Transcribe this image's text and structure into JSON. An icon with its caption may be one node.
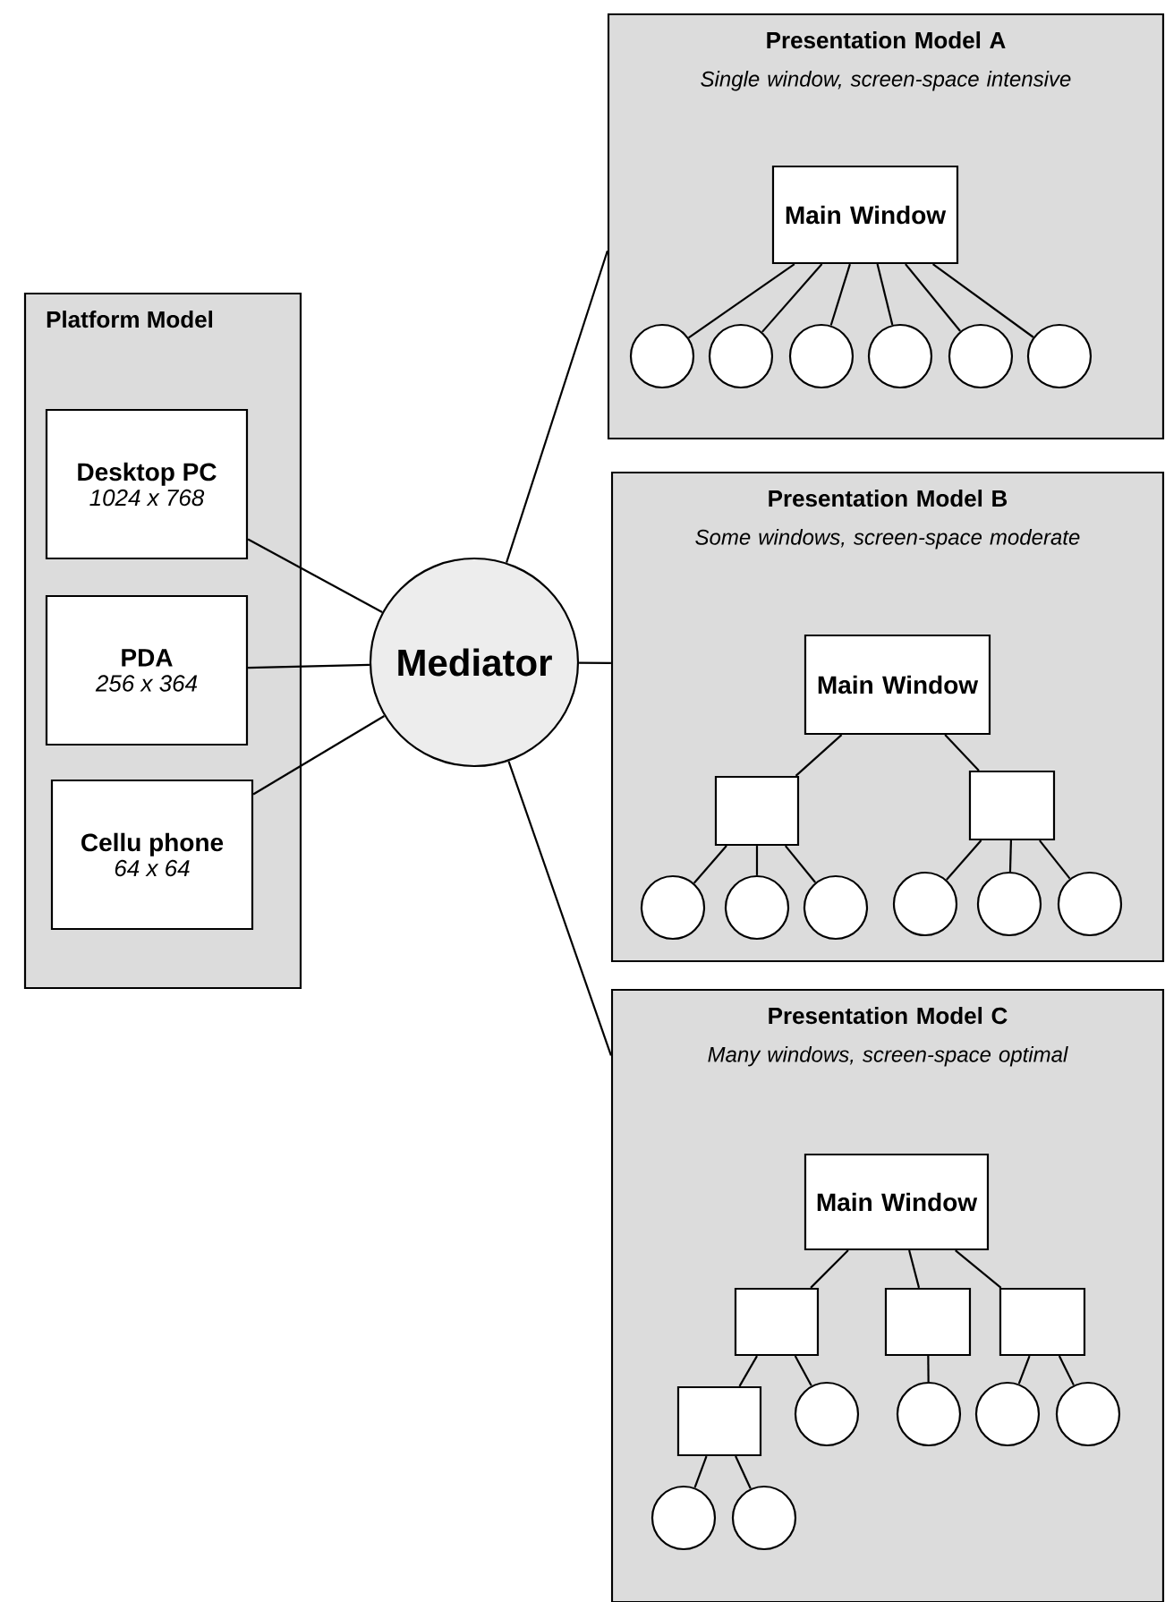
{
  "diagram": {
    "nodes": [
      {
        "text": [
          "Platform Model"
        ]
      },
      {
        "text": [
          "Desktop PC",
          "1024 x 768"
        ],
        "in": 0
      },
      {
        "text": [
          "PDA",
          "256 x 364"
        ],
        "in": 0
      },
      {
        "text": [
          "Cellu phone",
          "64 x 64"
        ],
        "in": 0
      },
      {
        "text": [
          "Mediator"
        ]
      },
      {
        "text": [
          "Presentation Model A",
          "Single window, screen-space intensive"
        ]
      },
      {
        "text": [
          "Main Window"
        ],
        "in": 5
      },
      {
        "text": [],
        "shape": "circle",
        "in": 5
      },
      {
        "text": [],
        "shape": "circle",
        "in": 5
      },
      {
        "text": [],
        "shape": "circle",
        "in": 5
      },
      {
        "text": [],
        "shape": "circle",
        "in": 5
      },
      {
        "text": [],
        "shape": "circle",
        "in": 5
      },
      {
        "text": [],
        "shape": "circle",
        "in": 5
      },
      {
        "text": [
          "Presentation Model B",
          "Some windows, screen-space moderate"
        ]
      },
      {
        "text": [
          "Main Window"
        ],
        "in": 13
      },
      {
        "text": [],
        "shape": "box",
        "in": 13
      },
      {
        "text": [],
        "shape": "box",
        "in": 13
      },
      {
        "text": [],
        "shape": "circle",
        "in": 13
      },
      {
        "text": [],
        "shape": "circle",
        "in": 13
      },
      {
        "text": [],
        "shape": "circle",
        "in": 13
      },
      {
        "text": [],
        "shape": "circle",
        "in": 13
      },
      {
        "text": [],
        "shape": "circle",
        "in": 13
      },
      {
        "text": [],
        "shape": "circle",
        "in": 13
      },
      {
        "text": [
          "Presentation Model C",
          "Many windows, screen-space optimal"
        ]
      },
      {
        "text": [
          "Main Window"
        ],
        "in": 23
      },
      {
        "text": [],
        "shape": "box",
        "in": 23
      },
      {
        "text": [],
        "shape": "box",
        "in": 23
      },
      {
        "text": [],
        "shape": "box",
        "in": 23
      },
      {
        "text": [],
        "shape": "box",
        "in": 23
      },
      {
        "text": [],
        "shape": "circle",
        "in": 23
      },
      {
        "text": [],
        "shape": "circle",
        "in": 23
      },
      {
        "text": [],
        "shape": "circle",
        "in": 23
      },
      {
        "text": [],
        "shape": "circle",
        "in": 23
      },
      {
        "text": [],
        "shape": "circle",
        "in": 23
      },
      {
        "text": [],
        "shape": "circle",
        "in": 23
      }
    ],
    "edges": [
      {
        "from": 1,
        "to": 4,
        "arrow": "none"
      },
      {
        "from": 2,
        "to": 4,
        "arrow": "none"
      },
      {
        "from": 3,
        "to": 4,
        "arrow": "none"
      },
      {
        "from": 4,
        "to": 5,
        "arrow": "none"
      },
      {
        "from": 4,
        "to": 13,
        "arrow": "none"
      },
      {
        "from": 4,
        "to": 23,
        "arrow": "none"
      },
      {
        "from": 6,
        "to": 7,
        "arrow": "none"
      },
      {
        "from": 6,
        "to": 8,
        "arrow": "none"
      },
      {
        "from": 6,
        "to": 9,
        "arrow": "none"
      },
      {
        "from": 6,
        "to": 10,
        "arrow": "none"
      },
      {
        "from": 6,
        "to": 11,
        "arrow": "none"
      },
      {
        "from": 6,
        "to": 12,
        "arrow": "none"
      },
      {
        "from": 14,
        "to": 15,
        "arrow": "none"
      },
      {
        "from": 14,
        "to": 16,
        "arrow": "none"
      },
      {
        "from": 15,
        "to": 17,
        "arrow": "none"
      },
      {
        "from": 15,
        "to": 18,
        "arrow": "none"
      },
      {
        "from": 15,
        "to": 19,
        "arrow": "none"
      },
      {
        "from": 16,
        "to": 20,
        "arrow": "none"
      },
      {
        "from": 16,
        "to": 21,
        "arrow": "none"
      },
      {
        "from": 16,
        "to": 22,
        "arrow": "none"
      },
      {
        "from": 24,
        "to": 25,
        "arrow": "none"
      },
      {
        "from": 24,
        "to": 26,
        "arrow": "none"
      },
      {
        "from": 24,
        "to": 27,
        "arrow": "none"
      },
      {
        "from": 25,
        "to": 28,
        "arrow": "none"
      },
      {
        "from": 25,
        "to": 29,
        "arrow": "none"
      },
      {
        "from": 26,
        "to": 30,
        "arrow": "none"
      },
      {
        "from": 27,
        "to": 31,
        "arrow": "none"
      },
      {
        "from": 27,
        "to": 32,
        "arrow": "none"
      },
      {
        "from": 28,
        "to": 33,
        "arrow": "none"
      },
      {
        "from": 28,
        "to": 34,
        "arrow": "none"
      }
    ]
  }
}
